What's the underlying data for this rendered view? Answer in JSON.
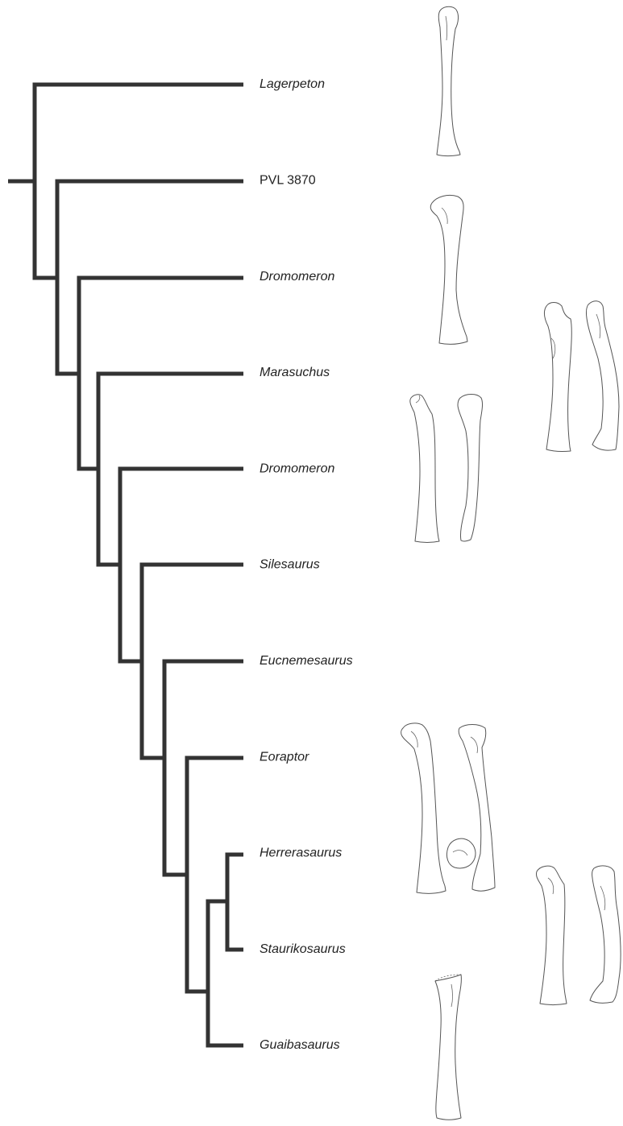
{
  "tree": {
    "taxa": [
      {
        "name": "Lagerpeton",
        "italic": true
      },
      {
        "name": "PVL 3870",
        "italic": false
      },
      {
        "name": "Dromomeron",
        "italic": true
      },
      {
        "name": "Marasuchus",
        "italic": true
      },
      {
        "name": "Dromomeron",
        "italic": true
      },
      {
        "name": "Silesaurus",
        "italic": true
      },
      {
        "name": "Eucnemesaurus",
        "italic": true
      },
      {
        "name": "Eoraptor",
        "italic": true
      },
      {
        "name": "Herrerasaurus",
        "italic": true
      },
      {
        "name": "Staurikosaurus",
        "italic": true
      },
      {
        "name": "Guaibasaurus",
        "italic": true
      }
    ]
  },
  "colors": {
    "branch": "#333333",
    "bone_outline": "#555555",
    "background": "#ffffff"
  },
  "bone_icons": [
    "femur-outline-icon",
    "femur-outline-icon",
    "femur-pair-outline-icon",
    "femur-pair-outline-icon",
    "femur-pair-with-head-outline-icon",
    "femur-pair-outline-icon",
    "femur-outline-icon"
  ]
}
